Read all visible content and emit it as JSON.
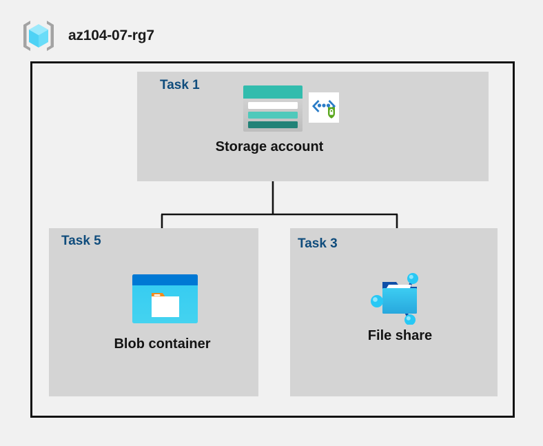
{
  "diagram": {
    "type": "azure-architecture-diagram",
    "background_color": "#f1f1f1",
    "boundary_color": "#121212",
    "group_box_color": "#d4d4d4",
    "task_label_color": "#0f4c7c",
    "node_label_color": "#131313"
  },
  "resource_group": {
    "name": "az104-07-rg7",
    "icon": "resource-group-icon"
  },
  "tasks": [
    {
      "id": "task-1",
      "label": "Task 1",
      "node_label": "Storage account",
      "icons": [
        "storage-account-icon",
        "secure-endpoint-icon"
      ]
    },
    {
      "id": "task-5",
      "label": "Task 5",
      "node_label": "Blob container",
      "icons": [
        "blob-container-icon"
      ]
    },
    {
      "id": "task-3",
      "label": "Task 3",
      "node_label": "File share",
      "icons": [
        "file-share-icon"
      ]
    }
  ],
  "connections": [
    {
      "from": "Storage account",
      "to": "Blob container"
    },
    {
      "from": "Storage account",
      "to": "File share"
    }
  ],
  "icon_colors": {
    "resource_group_cube": "#5ad8f7",
    "resource_group_bracket": "#a3a3a3",
    "storage_header": "#32bcad",
    "storage_row_light": "#4fc9bb",
    "storage_row_dark": "#228277",
    "storage_body": "#c6c6c6",
    "secure_bracket": "#2a7cc7",
    "secure_shield": "#5aa71e",
    "blob_title_bar": "#0078d4",
    "blob_body": "#32c8f0",
    "blob_tab": "#f28a1c",
    "file_share_folder": "#32c8f0",
    "file_share_folder_dark": "#0f4fa8",
    "file_share_node": "#28c8f5"
  }
}
